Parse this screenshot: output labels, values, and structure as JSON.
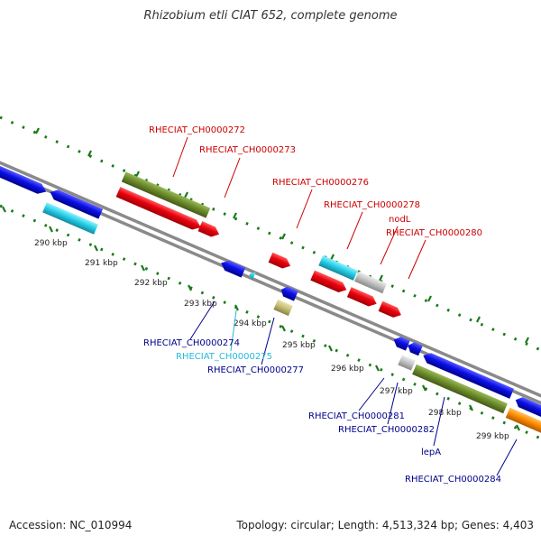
{
  "title": "Rhizobium etli CIAT 652, complete genome",
  "footer": {
    "accession": "Accession: NC_010994",
    "summary": "Topology: circular; Length: 4,513,324 bp; Genes: 4,403"
  },
  "scale_labels": {
    "k290": "290 kbp",
    "k291": "291 kbp",
    "k292": "292 kbp",
    "k293": "293 kbp",
    "k294": "294 kbp",
    "k295": "295 kbp",
    "k296": "296 kbp",
    "k297": "297 kbp",
    "k298": "298 kbp",
    "k299": "299 kbp"
  },
  "gene_labels": {
    "g272": "RHECIAT_CH0000272",
    "g273": "RHECIAT_CH0000273",
    "g276": "RHECIAT_CH0000276",
    "g278": "RHECIAT_CH0000278",
    "nodL": "nodL",
    "g280": "RHECIAT_CH0000280",
    "g274": "RHECIAT_CH0000274",
    "g275": "RHECIAT_CH0000275",
    "g277": "RHECIAT_CH0000277",
    "g281": "RHECIAT_CH0000281",
    "g282": "RHECIAT_CH0000282",
    "lepA": "lepA",
    "g284": "RHECIAT_CH0000284"
  },
  "colors": {
    "red": "#e8000e",
    "blue": "#0a10e6",
    "dark_blue": "#00008b",
    "cyan": "#28d0e8",
    "olive": "#6e8e2c",
    "khaki": "#c8c07a",
    "gray": "#c4c4c4",
    "orange": "#ff8c00",
    "green_dots": "#1a7a1a"
  }
}
